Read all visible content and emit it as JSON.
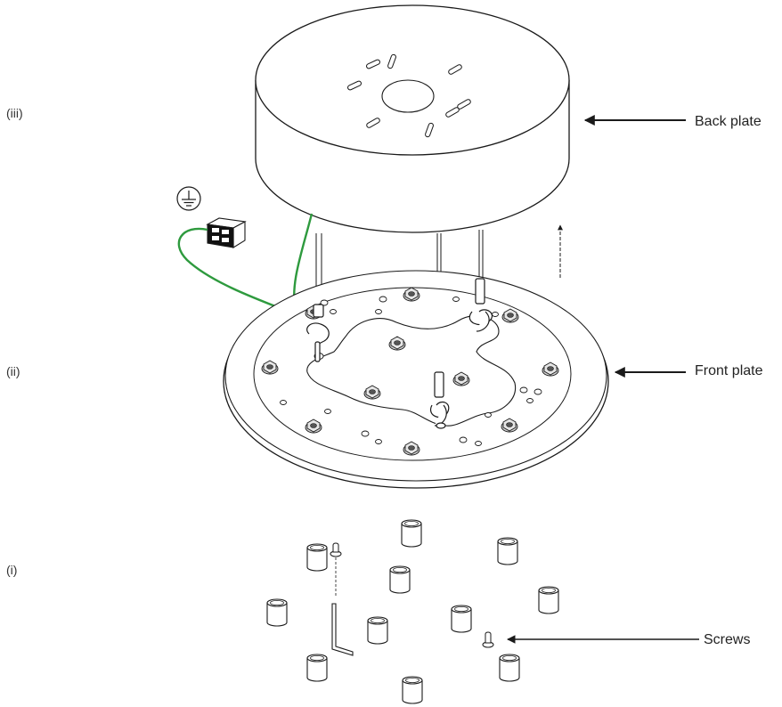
{
  "steps": {
    "iii": "(iii)",
    "ii": "(ii)",
    "i": "(i)"
  },
  "callouts": {
    "back_plate": "Back plate",
    "front_plate": "Front plate",
    "screws": "Screws"
  },
  "colors": {
    "ground_wire": "#2e9a3e",
    "line": "#1a1a1a",
    "background": "#ffffff"
  },
  "icons": {
    "ground": "ground-symbol-icon",
    "connector": "wire-connector-icon"
  }
}
